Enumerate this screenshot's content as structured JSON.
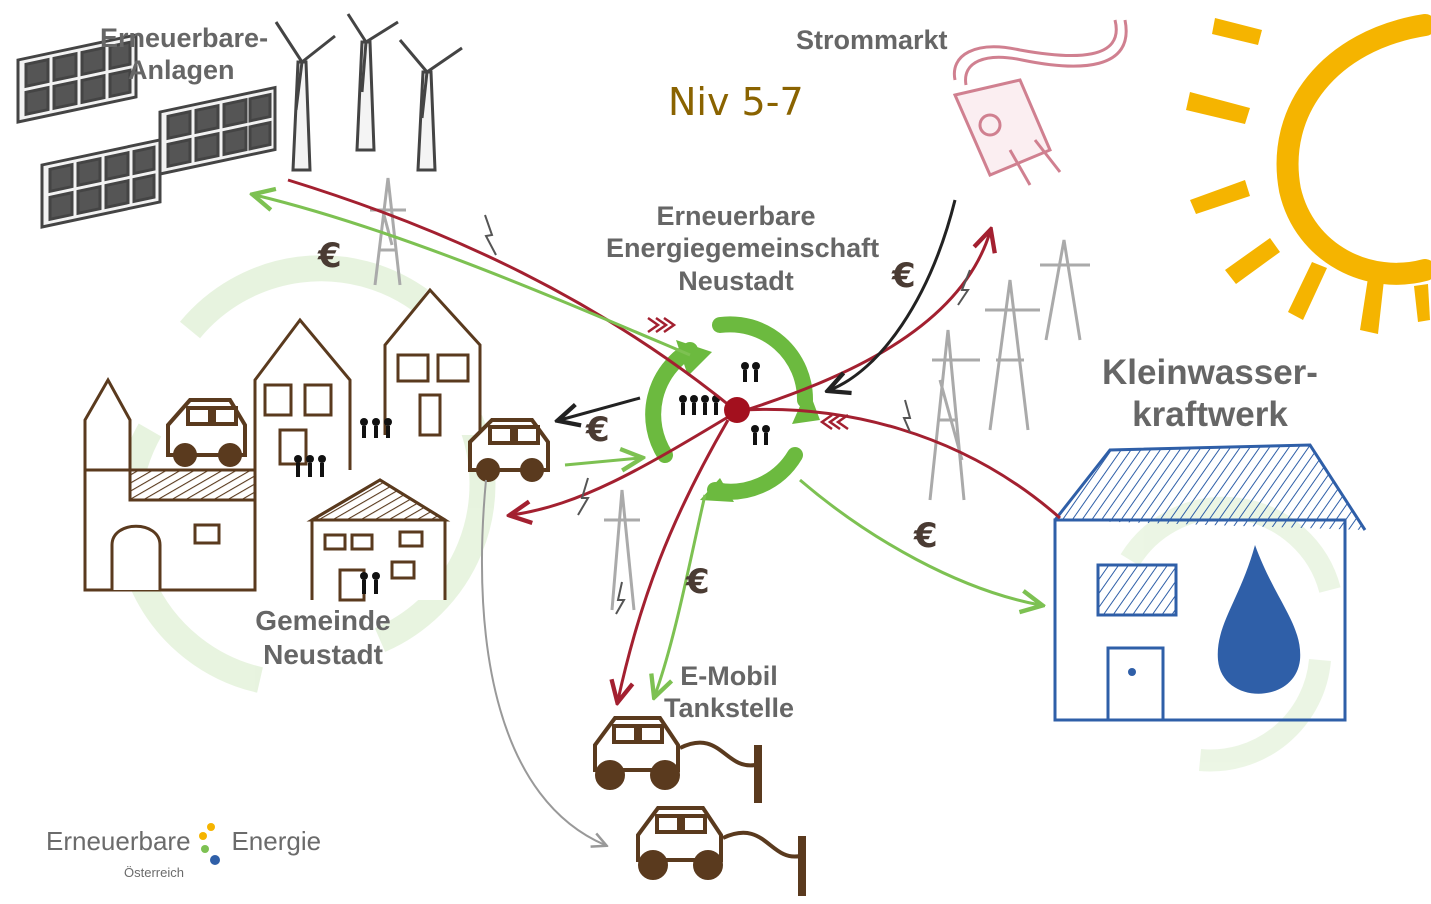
{
  "title": "Niv 5-7",
  "labels": {
    "renewables": [
      "Erneuerbare-",
      "Anlagen"
    ],
    "market": "Strommarkt",
    "community": [
      "Erneuerbare",
      "Energiegemeinschaft",
      "Neustadt"
    ],
    "hydro": [
      "Kleinwasser-",
      "kraftwerk"
    ],
    "municipality": [
      "Gemeinde",
      "Neustadt"
    ],
    "charging": [
      "E-Mobil",
      "Tankstelle"
    ]
  },
  "currency_symbol": "€",
  "logo": {
    "word1": "Erneuerbare",
    "word2": "Energie",
    "sub": "Österreich"
  },
  "colors": {
    "energy_flow": "#a32030",
    "money_flow": "#7dc152",
    "market_money": "#222222",
    "sun": "#f5b400",
    "hydro": "#2f5fa8",
    "houses": "#5a3a1e",
    "plug": "#d08090",
    "pylon": "#a8a8a8",
    "label_text": "#666666",
    "title_text": "#8a6300"
  }
}
